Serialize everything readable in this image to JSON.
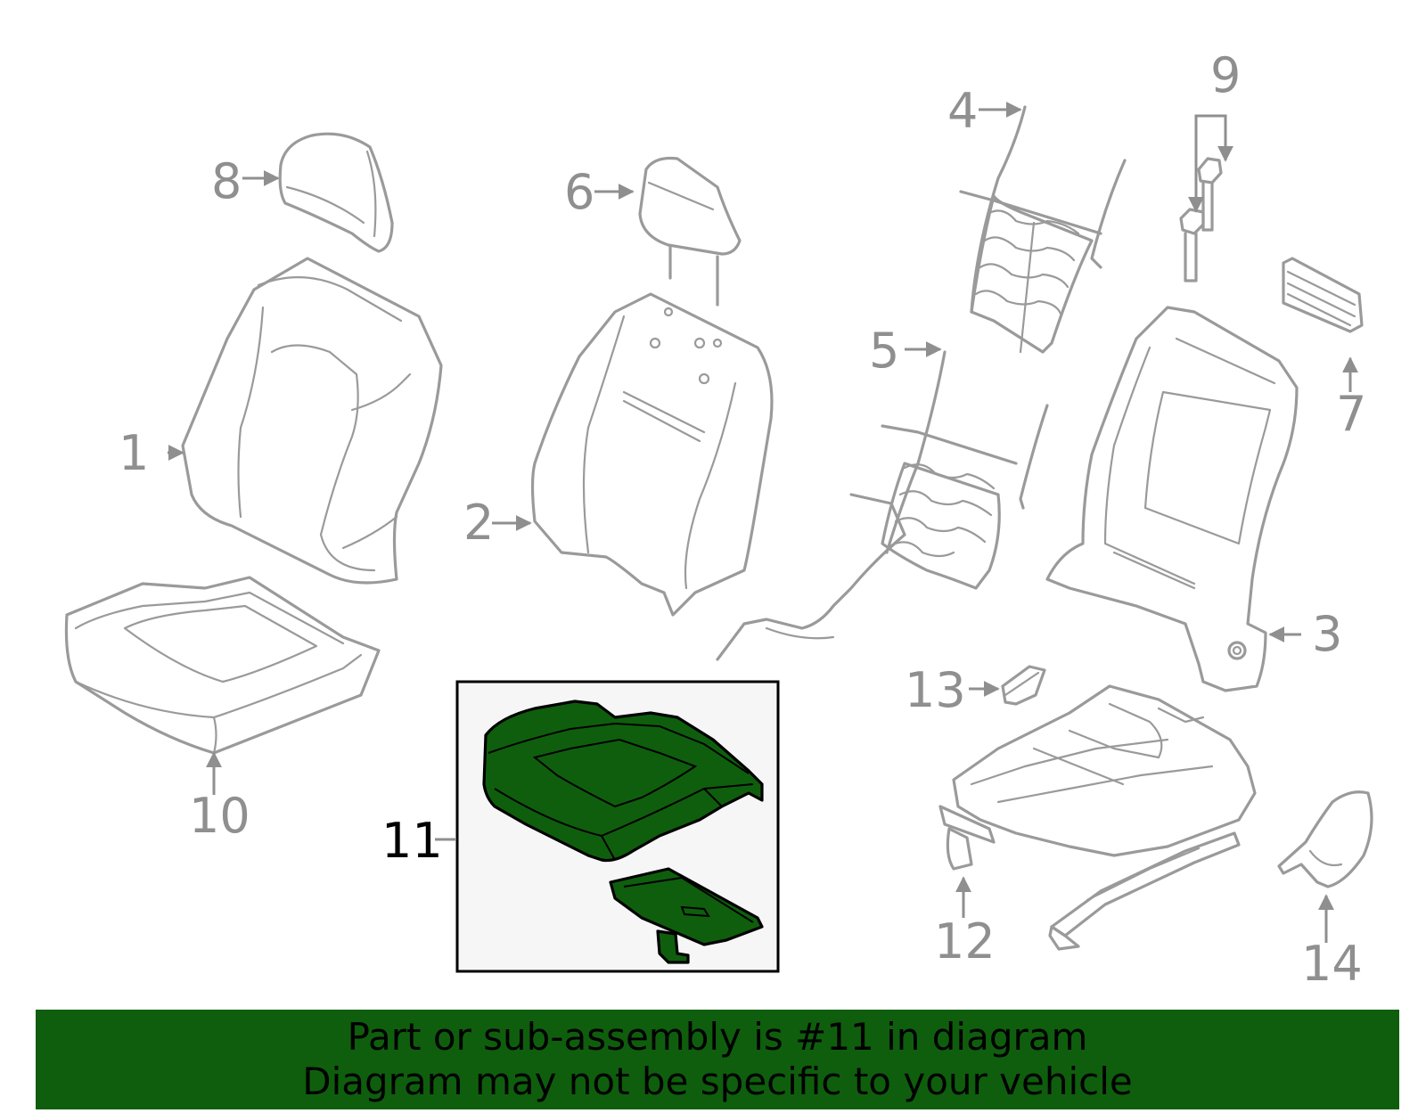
{
  "callouts": {
    "c1": "1",
    "c2": "2",
    "c3": "3",
    "c4": "4",
    "c5": "5",
    "c6": "6",
    "c7": "7",
    "c8": "8",
    "c9": "9",
    "c10": "10",
    "c11": "11",
    "c12": "12",
    "c13": "13",
    "c14": "14"
  },
  "highlighted_part": "11",
  "colors": {
    "highlight": "#0f5e0d",
    "parts": "#9a9a9a",
    "inset_bg": "#f6f6f6"
  },
  "footer": {
    "line1": "Part or sub-assembly is #11 in diagram",
    "line2": "Diagram may not be specific to your vehicle"
  }
}
